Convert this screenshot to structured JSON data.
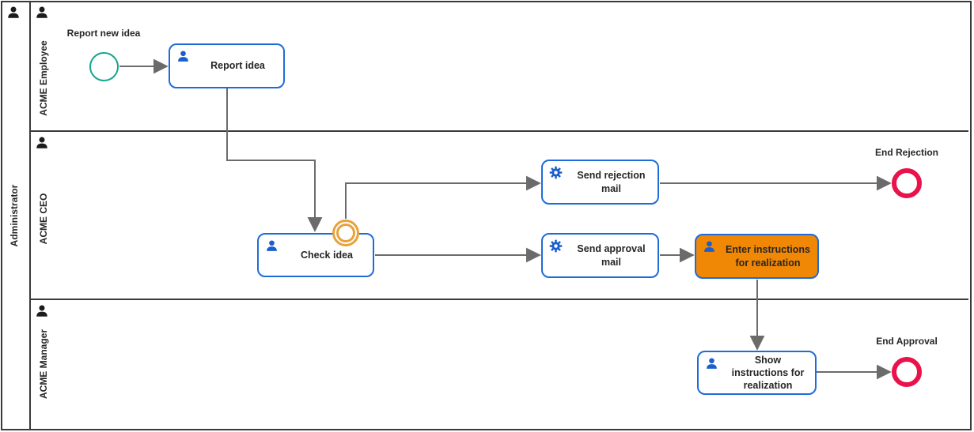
{
  "pool": {
    "label": "Administrator"
  },
  "lanes": [
    {
      "label": "ACME Employee"
    },
    {
      "label": "ACME CEO"
    },
    {
      "label": "ACME Manager"
    }
  ],
  "nodes": {
    "start_event": {
      "label": "Report new idea",
      "type": "start-event"
    },
    "task_report_idea": {
      "label": "Report idea",
      "type": "user-task"
    },
    "task_check_idea": {
      "label": "Check idea",
      "type": "user-task"
    },
    "boundary_event": {
      "label": "",
      "type": "boundary-event"
    },
    "task_send_rejection": {
      "label": "Send rejection mail",
      "type": "service-task"
    },
    "task_send_approval": {
      "label": "Send approval mail",
      "type": "service-task"
    },
    "task_enter_instructions": {
      "label": "Enter instructions for realization",
      "type": "user-task",
      "highlighted": true
    },
    "task_show_instructions": {
      "label": "Show instructions for realization",
      "type": "user-task"
    },
    "end_rejection": {
      "label": "End Rejection",
      "type": "end-event"
    },
    "end_approval": {
      "label": "End Approval",
      "type": "end-event"
    }
  },
  "icons": {
    "user_task": "person-icon",
    "service_task": "gear-icon",
    "lane_header": "person-icon"
  },
  "colors": {
    "task_border_blue": "#1E6CD9",
    "icon_blue": "#1A5FCE",
    "highlight_orange": "#F08705",
    "boundary_orange": "#E8A23B",
    "start_green": "#16A58B",
    "end_red": "#E9124A",
    "connector_gray": "#6B6B6B",
    "frame_dark": "#3A3A3A",
    "text_dark": "#262626"
  }
}
